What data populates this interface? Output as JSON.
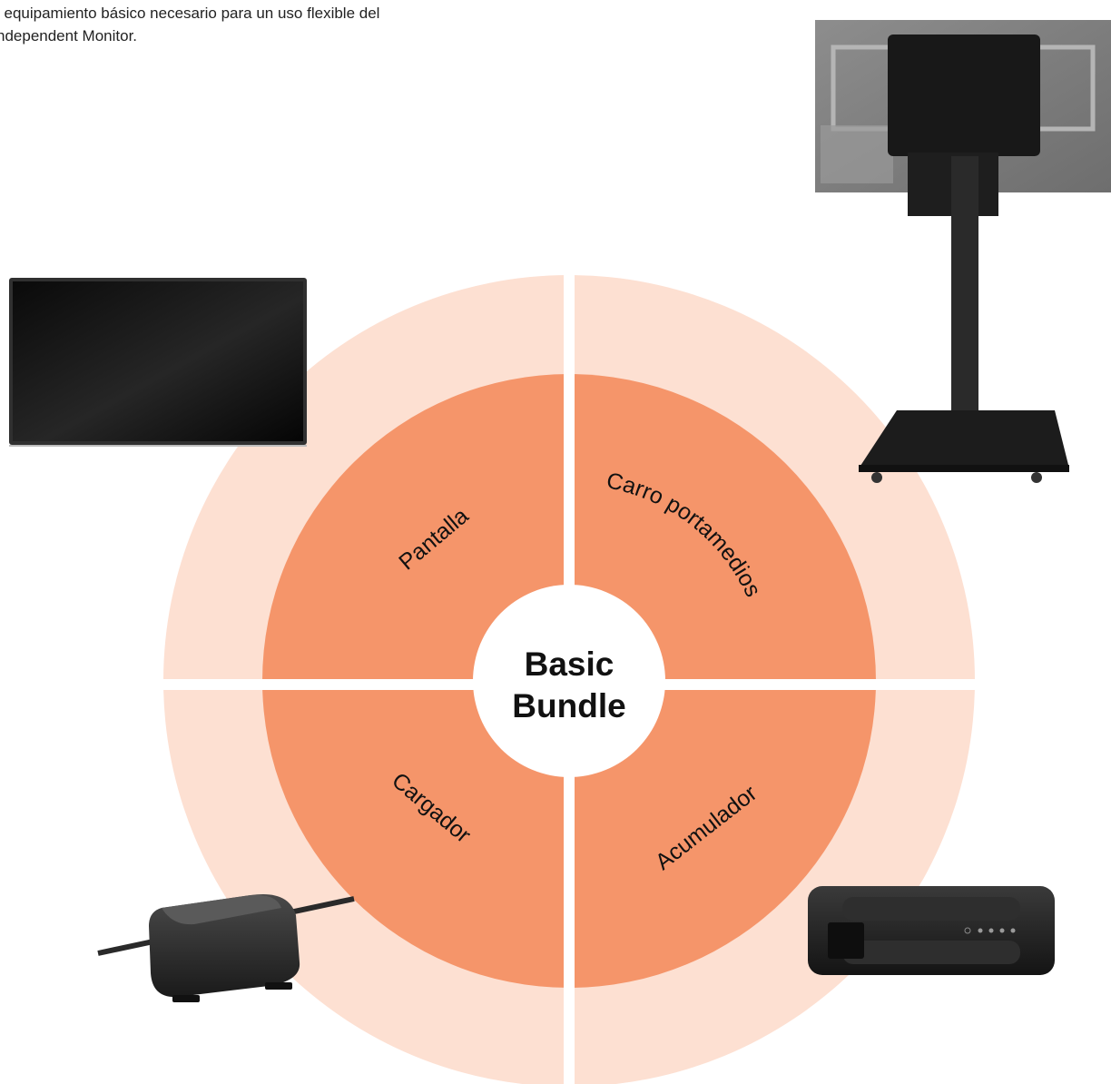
{
  "intro": {
    "line1": "l equipamiento básico necesario para un uso flexible del",
    "line2": "ndependent Monitor."
  },
  "center": {
    "line1": "Basic",
    "line2": "Bundle"
  },
  "segments": {
    "top_left": "Pantalla",
    "top_right": "Carro portamedios",
    "bottom_left": "Cargador",
    "bottom_right": "Acumulador"
  },
  "colors": {
    "outer_ring": "#fde0d2",
    "inner_ring": "#f5956a",
    "center": "#ffffff",
    "divider": "#ffffff",
    "text": "#111111"
  },
  "icons": {
    "top_left": "monitor-screen-icon",
    "top_right": "media-cart-icon",
    "bottom_left": "charger-icon",
    "bottom_right": "battery-pack-icon"
  }
}
